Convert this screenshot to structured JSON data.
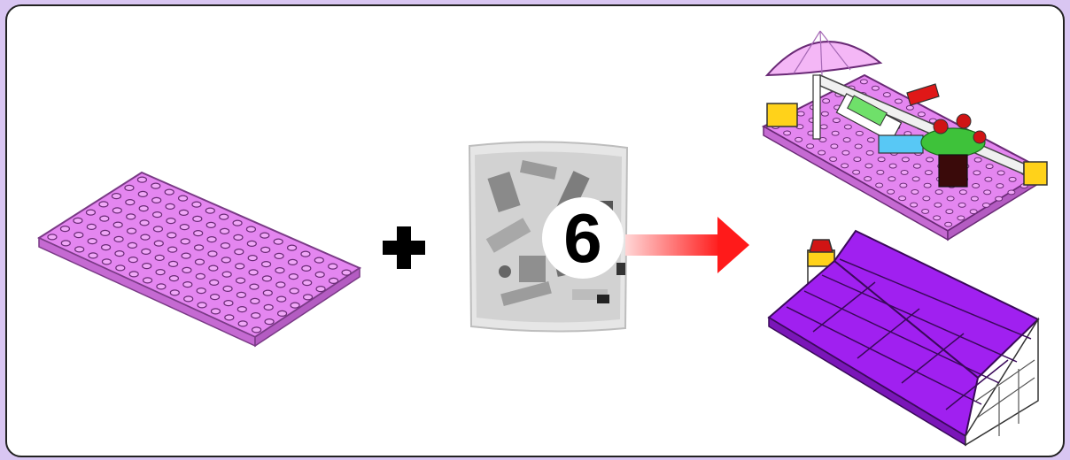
{
  "instruction": {
    "step_number": "6",
    "operator_icon": "plus-icon",
    "result_icon": "arrow-right-icon"
  },
  "colors": {
    "background": "#d9c6f2",
    "panel": "#ffffff",
    "plate_pink": "#e486f0",
    "stand_purple": "#a020f0",
    "arrow_red": "#ff1a1a"
  },
  "parts": [
    "pink-baseplate",
    "parts-bag",
    "pool-deck-model",
    "purple-stand-model"
  ]
}
